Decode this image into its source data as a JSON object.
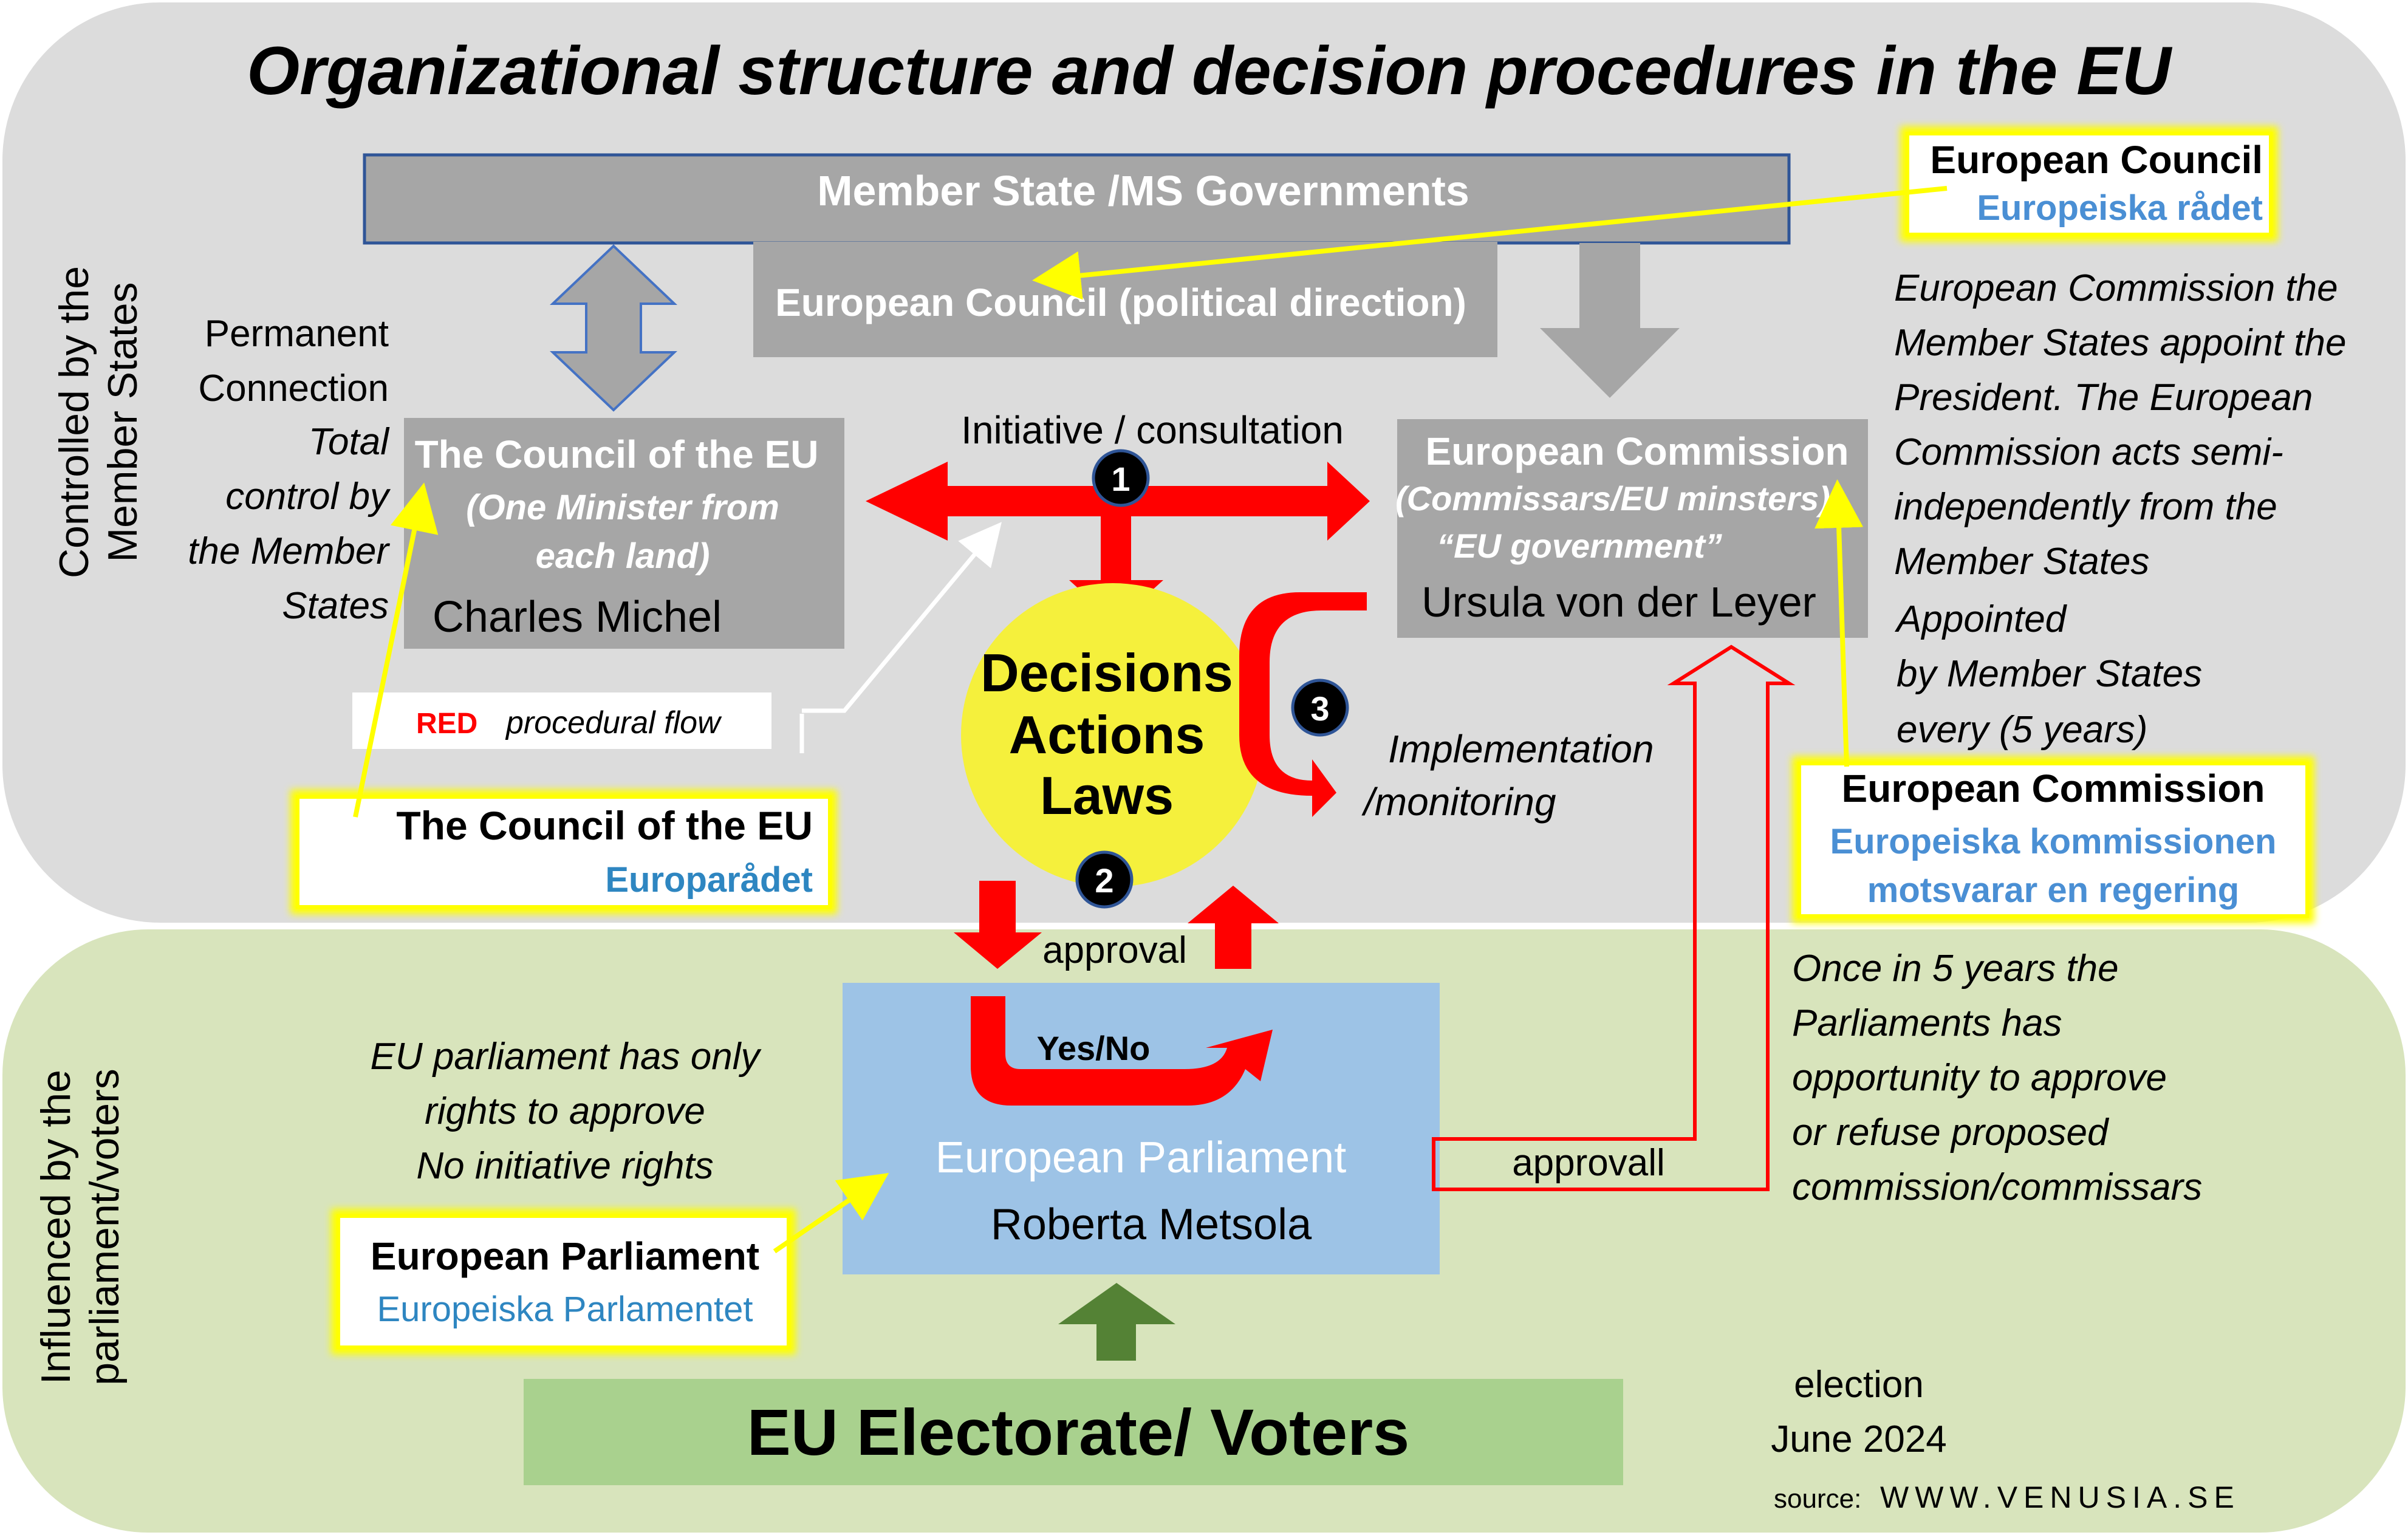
{
  "title": "Organizational structure and decision procedures in the EU",
  "zones": {
    "top_label_1": "Controlled by the",
    "top_label_2": "Member States",
    "bottom_label_1": "Influenced by the",
    "bottom_label_2": "parliament/voters"
  },
  "member_states": {
    "label": "Member State /MS Governments",
    "european_council": "European Council (political direction)"
  },
  "permanent_connection": {
    "line1": "Permanent",
    "line2": "Connection",
    "line3": "Total",
    "line4": "control by",
    "line5": "the Member",
    "line6": "States"
  },
  "council_of_eu": {
    "title": "The Council of the EU",
    "sub1": "(One Minister from",
    "sub2": "each land)",
    "person": "Charles Michel"
  },
  "commission": {
    "title": "European Commission",
    "sub1": "(Commissars/EU minsters)",
    "sub2": "“EU government”",
    "person": "Ursula von der Leyer"
  },
  "flow": {
    "initiative": "Initiative / consultation",
    "step1": "1",
    "step2": "2",
    "step3": "3",
    "decisions": "Decisions",
    "actions": "Actions",
    "laws": "Laws",
    "implementation_1": "Implementation",
    "implementation_2": "/monitoring",
    "approval": "approval",
    "yes_no": "Yes/No",
    "approvall": "approvall"
  },
  "legend": {
    "red": "RED",
    "text": "procedural flow"
  },
  "callouts": {
    "european_council_en": "European Council",
    "european_council_sv": "Europeiska rådet",
    "council_en": "The Council of the EU",
    "council_sv": "Europarådet",
    "commission_en": "European Commission",
    "commission_sv_1": "Europeiska kommissionen",
    "commission_sv_2": "motsvarar en regering",
    "parliament_en": "European Parliament",
    "parliament_sv": "Europeiska Parlamentet"
  },
  "commission_note": {
    "line1": "European  Commission the",
    "line2": "Member States appoint the",
    "line3": "President. The European",
    "line4": "Commission acts semi-",
    "line5": "independently from the",
    "line6": "Member States",
    "line7": "Appointed",
    "line8": "by Member States",
    "line9": "every (5 years)"
  },
  "parliament_note": {
    "line1": "EU parliament has only",
    "line2": "rights to approve",
    "line3": "No initiative rights"
  },
  "parliament": {
    "title": "European Parliament",
    "person": "Roberta Metsola"
  },
  "five_years_note": {
    "line1": "Once in 5 years the",
    "line2": "Parliaments has",
    "line3": "opportunity to approve",
    "line4": "or refuse proposed",
    "line5": "commission/commissars"
  },
  "electorate": "EU Electorate/ Voters",
  "election": {
    "line1": "election",
    "line2": "June 2024"
  },
  "source": {
    "label": "source:",
    "site": "WWW.VENUSIA.SE"
  },
  "colors": {
    "top_zone": "#dcdcdc",
    "bottom_zone": "#d8e4bc",
    "gray_box": "#a6a6a6",
    "flow_red": "#ff0000",
    "yellow_circle": "#f5f03c",
    "parliament_box": "#9dc3e6",
    "electorate_box": "#a9d18e",
    "green_arrow": "#548235",
    "swedish_blue": "#4a8fd4",
    "callout_border": "#ffff00"
  }
}
